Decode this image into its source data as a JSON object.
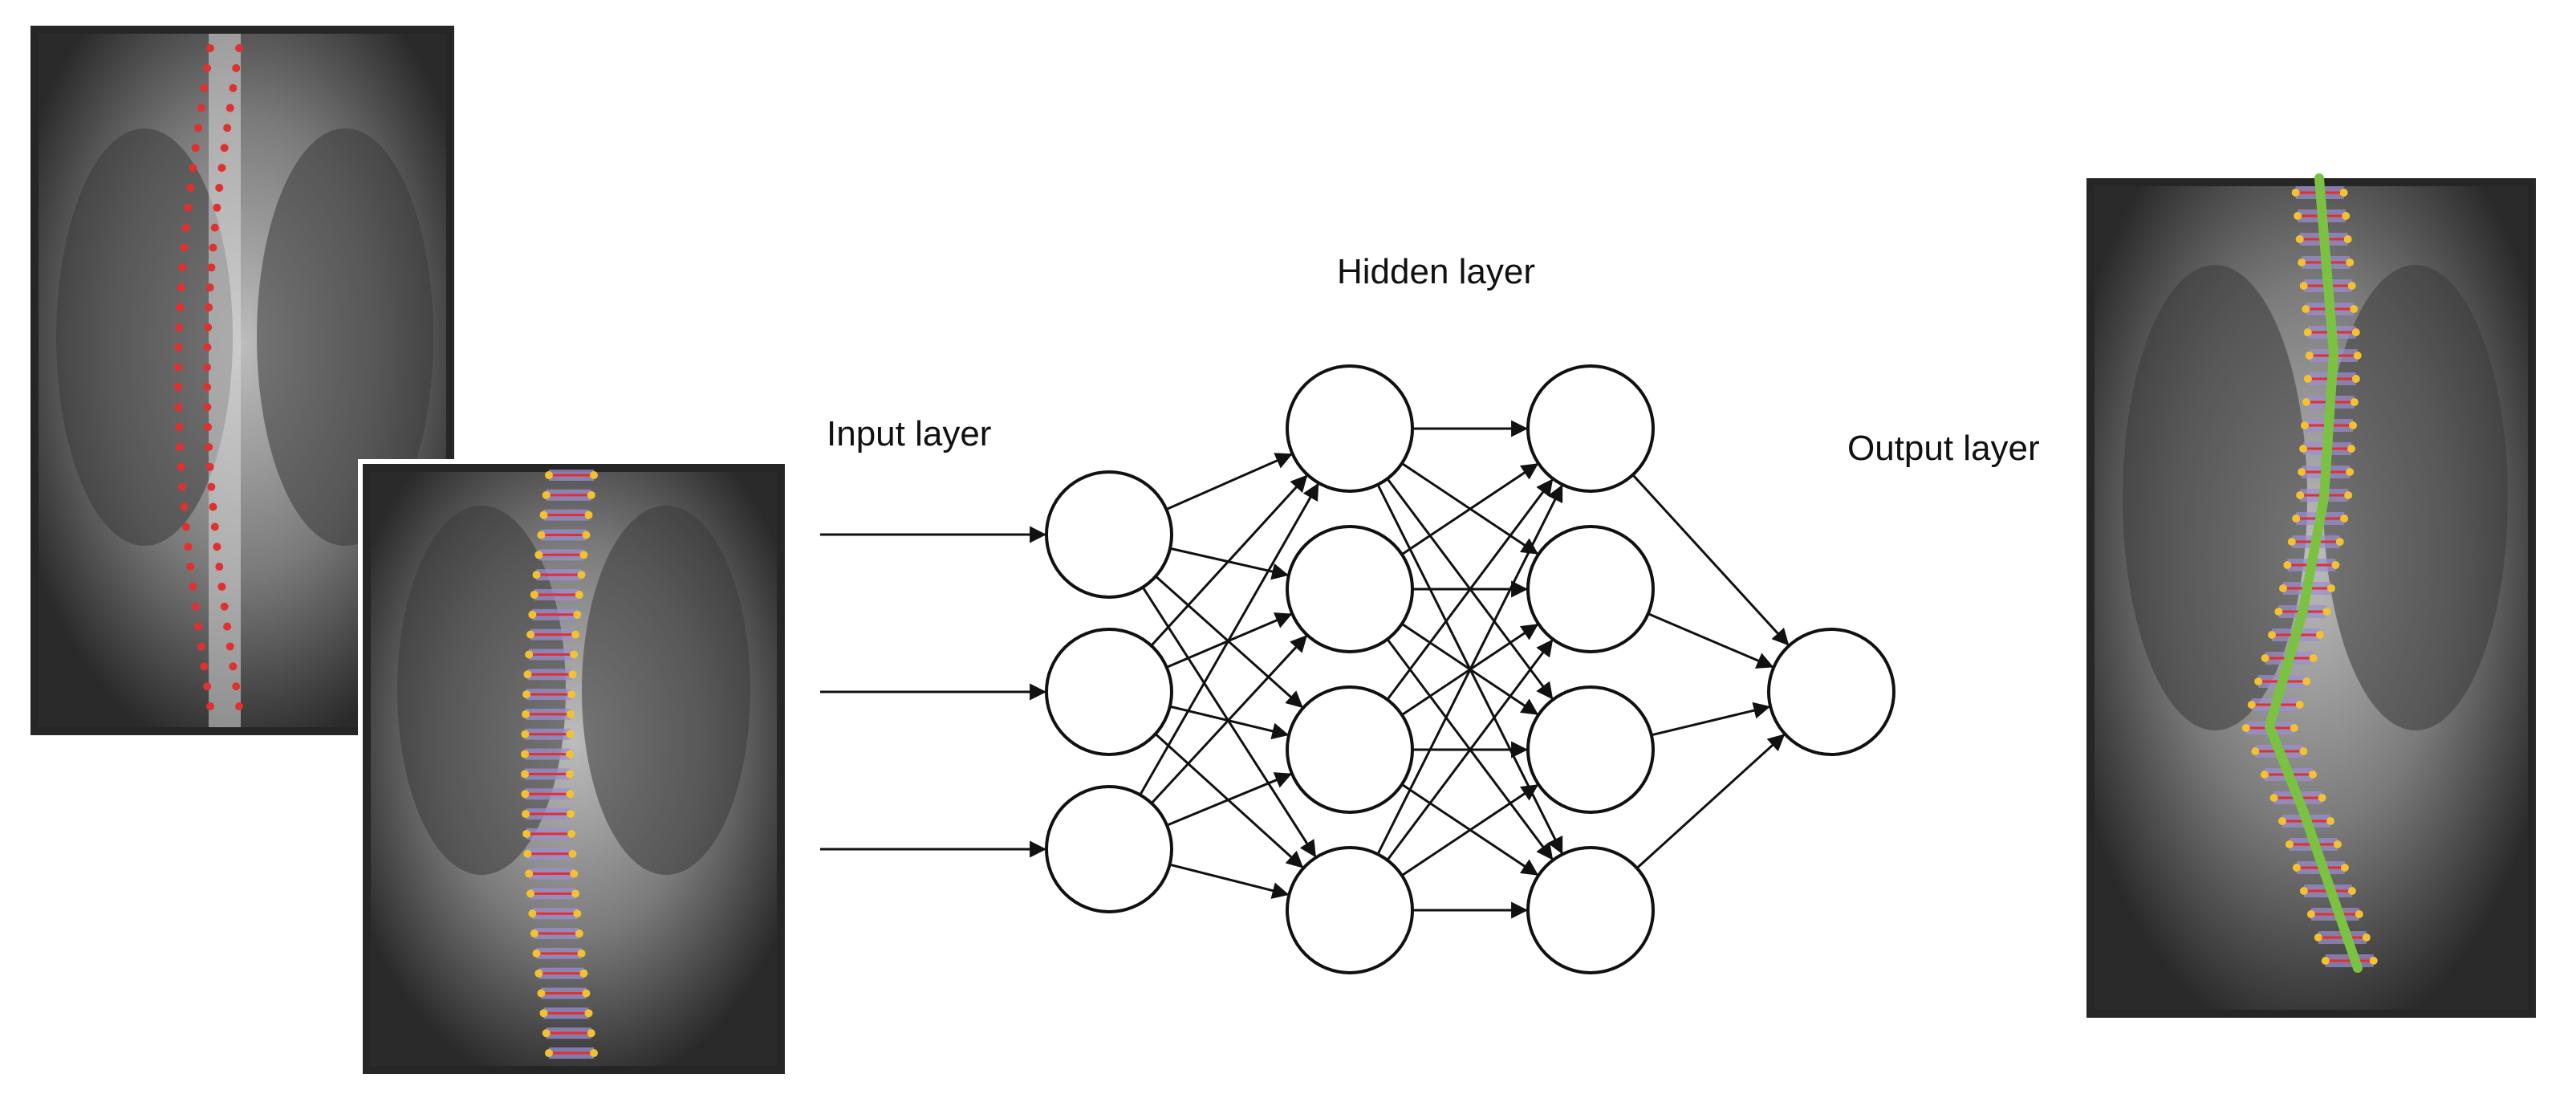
{
  "labels": {
    "input": "Input layer",
    "hidden": "Hidden layer",
    "output": "Output layer"
  },
  "network": {
    "layers": [
      {
        "role": "input",
        "neurons": 3
      },
      {
        "role": "hidden",
        "neurons": 4
      },
      {
        "role": "hidden",
        "neurons": 4
      },
      {
        "role": "output",
        "neurons": 1
      }
    ],
    "input_arrows": 3
  },
  "images": [
    {
      "role": "input-xray-landmarks",
      "overlay_color": "#e03030"
    },
    {
      "role": "input-xray-vertebrae",
      "overlay_color": "#f2c230"
    },
    {
      "role": "output-xray-curve",
      "overlay_color": "#7cc242"
    }
  ]
}
